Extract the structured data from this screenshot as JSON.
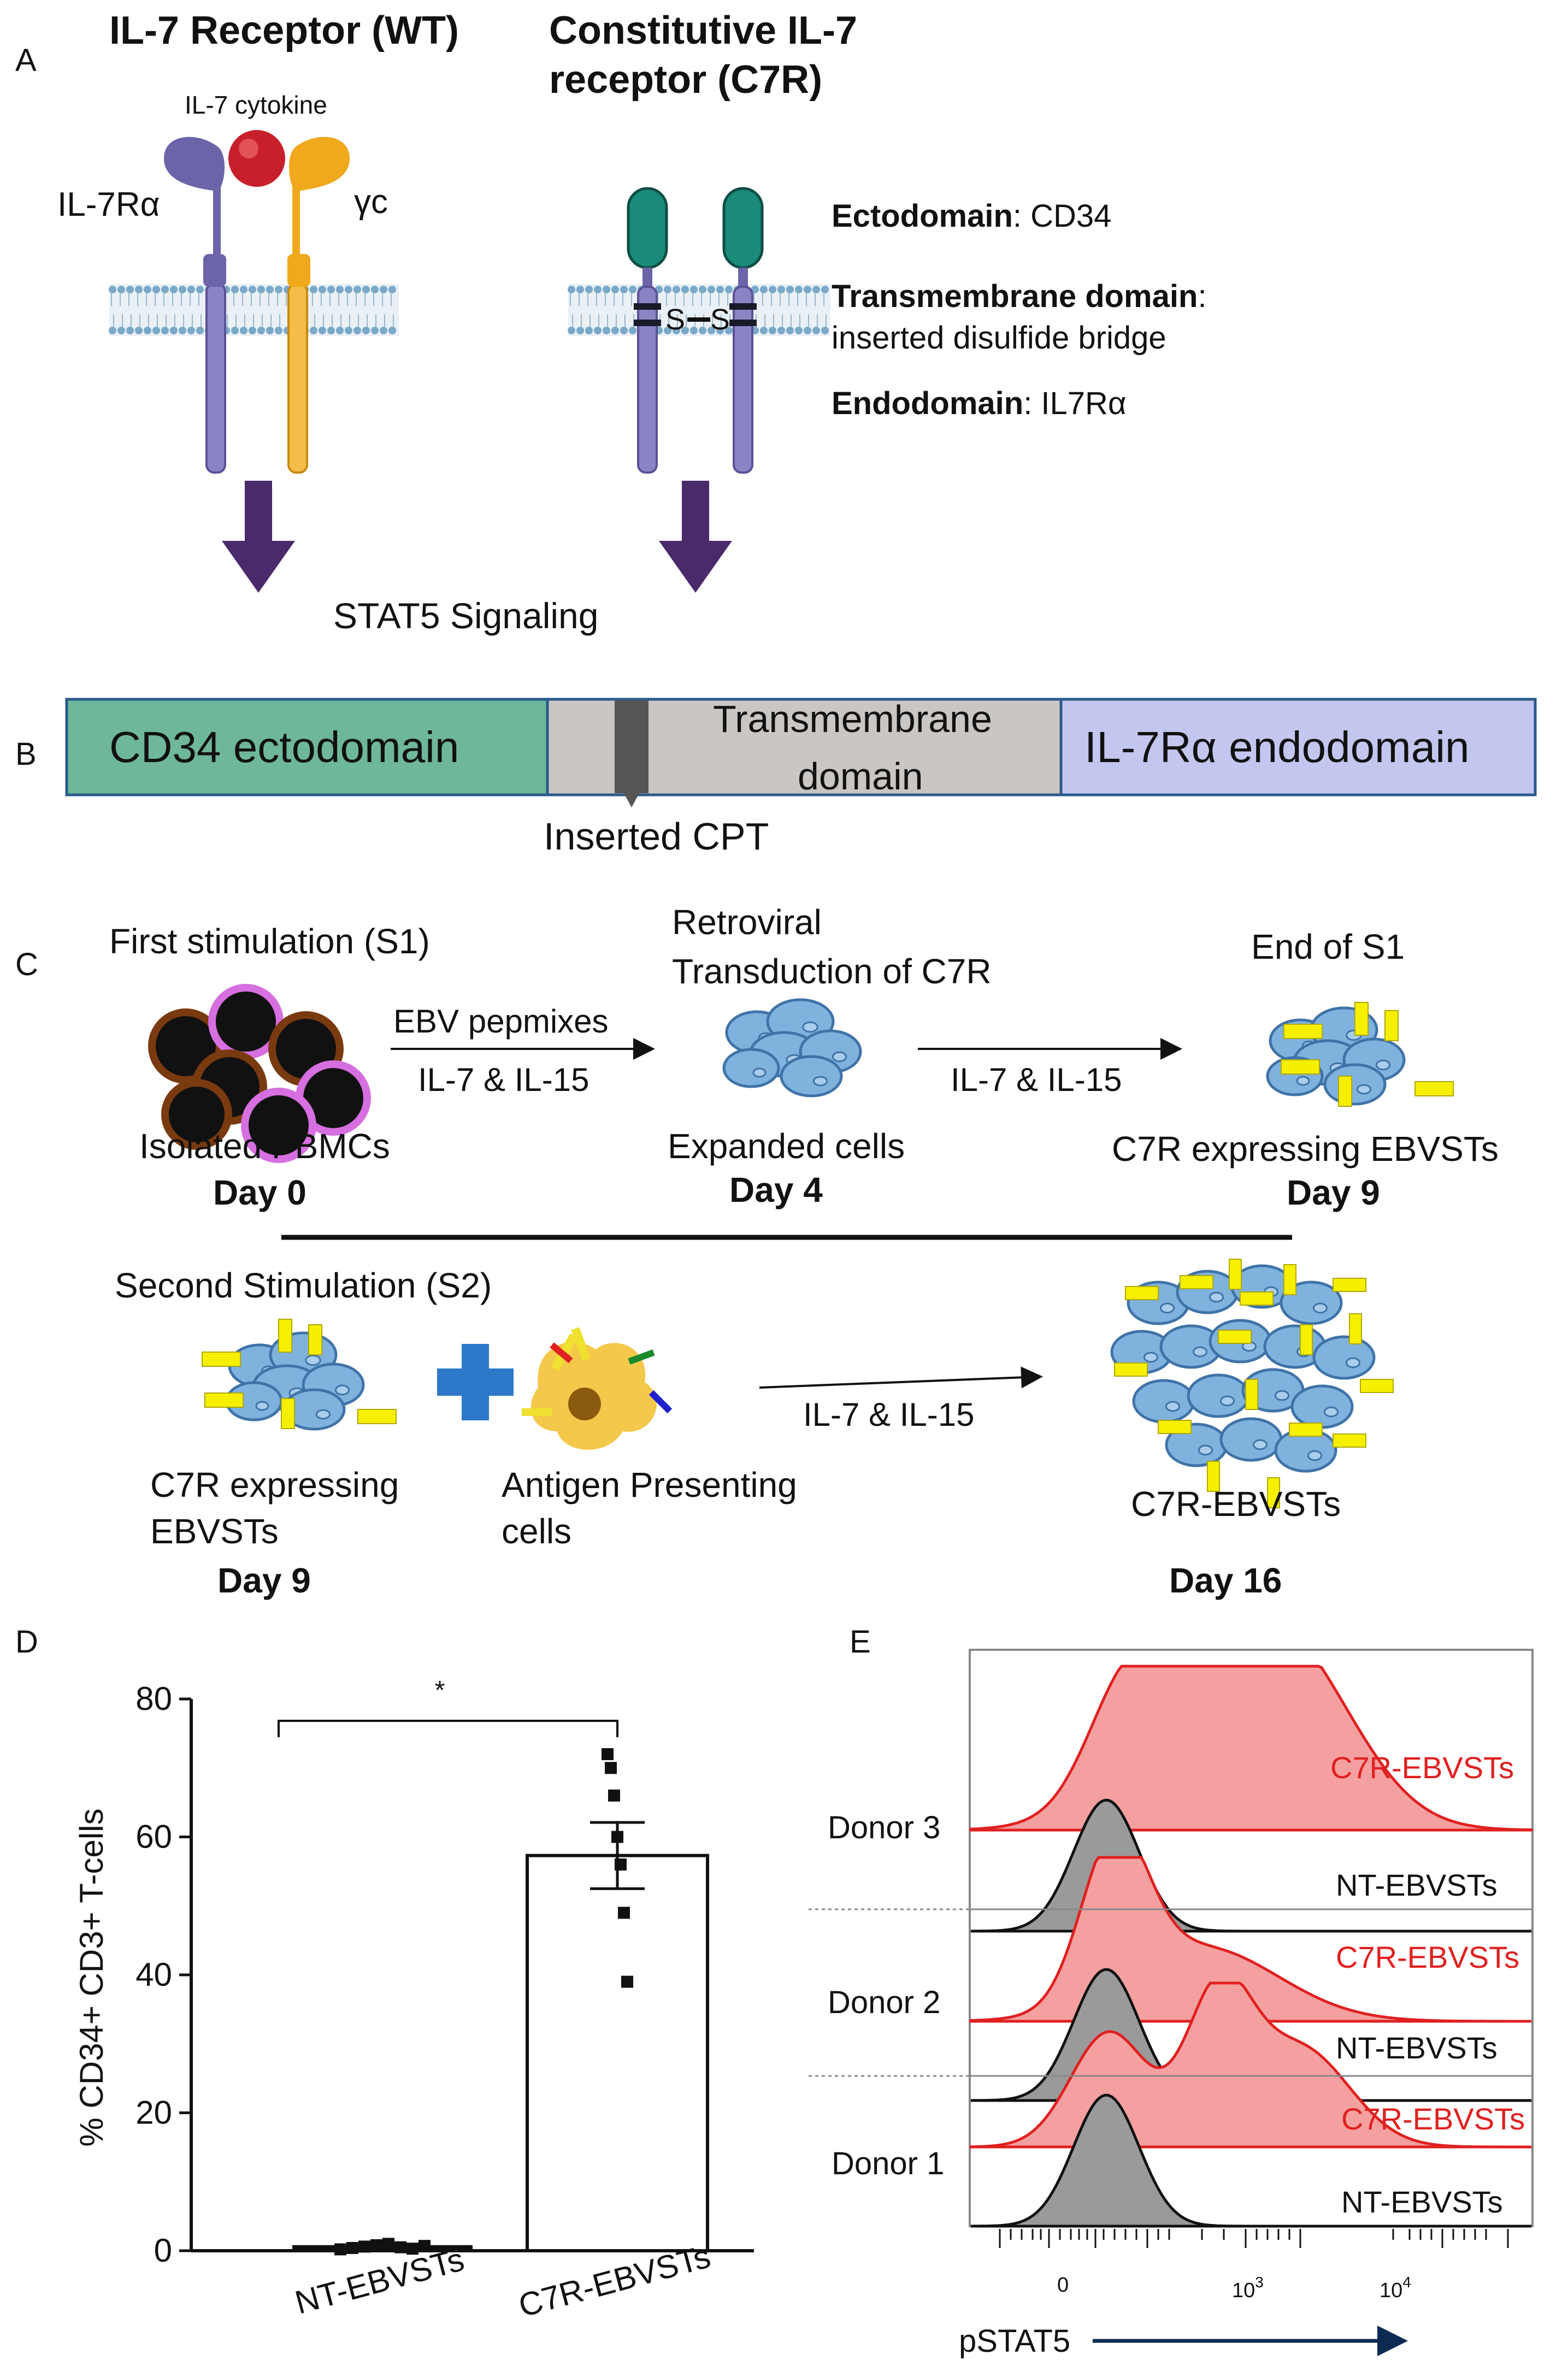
{
  "panel_a": {
    "label": "A",
    "wt_title": "IL-7 Receptor (WT)",
    "c7r_title_line1": "Constitutive IL-7",
    "c7r_title_line2": "receptor (C7R)",
    "cytokine_label": "IL-7 cytokine",
    "alpha_label": "IL-7Rα",
    "gamma_label": "γc",
    "disulfide_s1": "S",
    "disulfide_s2": "S",
    "ecto_bold": "Ectodomain",
    "ecto_value": ": CD34",
    "tm_bold": "Transmembrane domain",
    "tm_colon": ":",
    "tm_value": "inserted disulfide bridge",
    "endo_bold": "Endodomain",
    "endo_value": ": IL7Rα",
    "signaling": "STAT5 Signaling",
    "colors": {
      "alpha": "#6b64a8",
      "gamma": "#f0a81c",
      "cytokine": "#c8202a",
      "cd34": "#1a8a7a",
      "arrow": "#4a2a6a"
    }
  },
  "panel_b": {
    "label": "B",
    "segments": [
      "CD34 ectodomain",
      "Transmembrane",
      "domain",
      "IL-7Rα endodomain"
    ],
    "inserted": "Inserted CPT",
    "colors": {
      "ecto": "#6fb79a",
      "tm": "#c9c6c3",
      "endo": "#c3c6ee",
      "cpt": "#555555"
    }
  },
  "panel_c": {
    "label": "C",
    "first_stim": "First stimulation (S1)",
    "retro_line1": "Retroviral",
    "retro_line2": "Transduction of C7R",
    "end_s1": "End of S1",
    "arrow1_top": "EBV pepmixes",
    "arrow1_bottom": "IL-7 & IL-15",
    "arrow2": "IL-7 & IL-15",
    "cap1": "Isolated PBMCs",
    "day1": "Day 0",
    "cap2": "Expanded cells",
    "day2": "Day 4",
    "cap3": "C7R expressing EBVSTs",
    "day3": "Day 9",
    "second_stim": "Second Stimulation (S2)",
    "arrow3": "IL-7 & IL-15",
    "cap4_line1": "C7R expressing",
    "cap4_line2": "EBVSTs",
    "day4": "Day 9",
    "cap5_line1": "Antigen Presenting",
    "cap5_line2": "cells",
    "cap6": "C7R-EBVSTs",
    "day6": "Day 16"
  },
  "panel_d": {
    "label": "D",
    "significance": "*"
  },
  "panel_e": {
    "label": "E",
    "donors": [
      "Donor 3",
      "Donor 2",
      "Donor 1"
    ],
    "c7r_label": "C7R-EBVSTs",
    "nt_label": "NT-EBVSTs",
    "x_ticks": [
      "0",
      "10",
      "3",
      "10",
      "4"
    ],
    "x_axis": "pSTAT5",
    "colors": {
      "c7r_fill": "#f4a0a0",
      "c7r_line": "#e02020",
      "nt_fill": "#9a9a9a",
      "nt_line": "#111111"
    }
  },
  "chart_data": {
    "type": "bar",
    "categories": [
      "NT-EBVSTs",
      "C7R-EBVSTs"
    ],
    "values": [
      0.5,
      57.3
    ],
    "error": [
      0.3,
      4.8
    ],
    "points": [
      [
        0.2,
        0.4,
        0.6,
        0.8,
        1.0,
        0.5,
        0.3,
        0.7
      ],
      [
        72,
        70,
        66,
        60,
        56,
        49,
        39
      ]
    ],
    "ylabel": "% CD34+ CD3+ T-cells",
    "ylim": [
      0,
      80
    ],
    "yticks": [
      "0",
      "20",
      "40",
      "60",
      "80"
    ]
  }
}
